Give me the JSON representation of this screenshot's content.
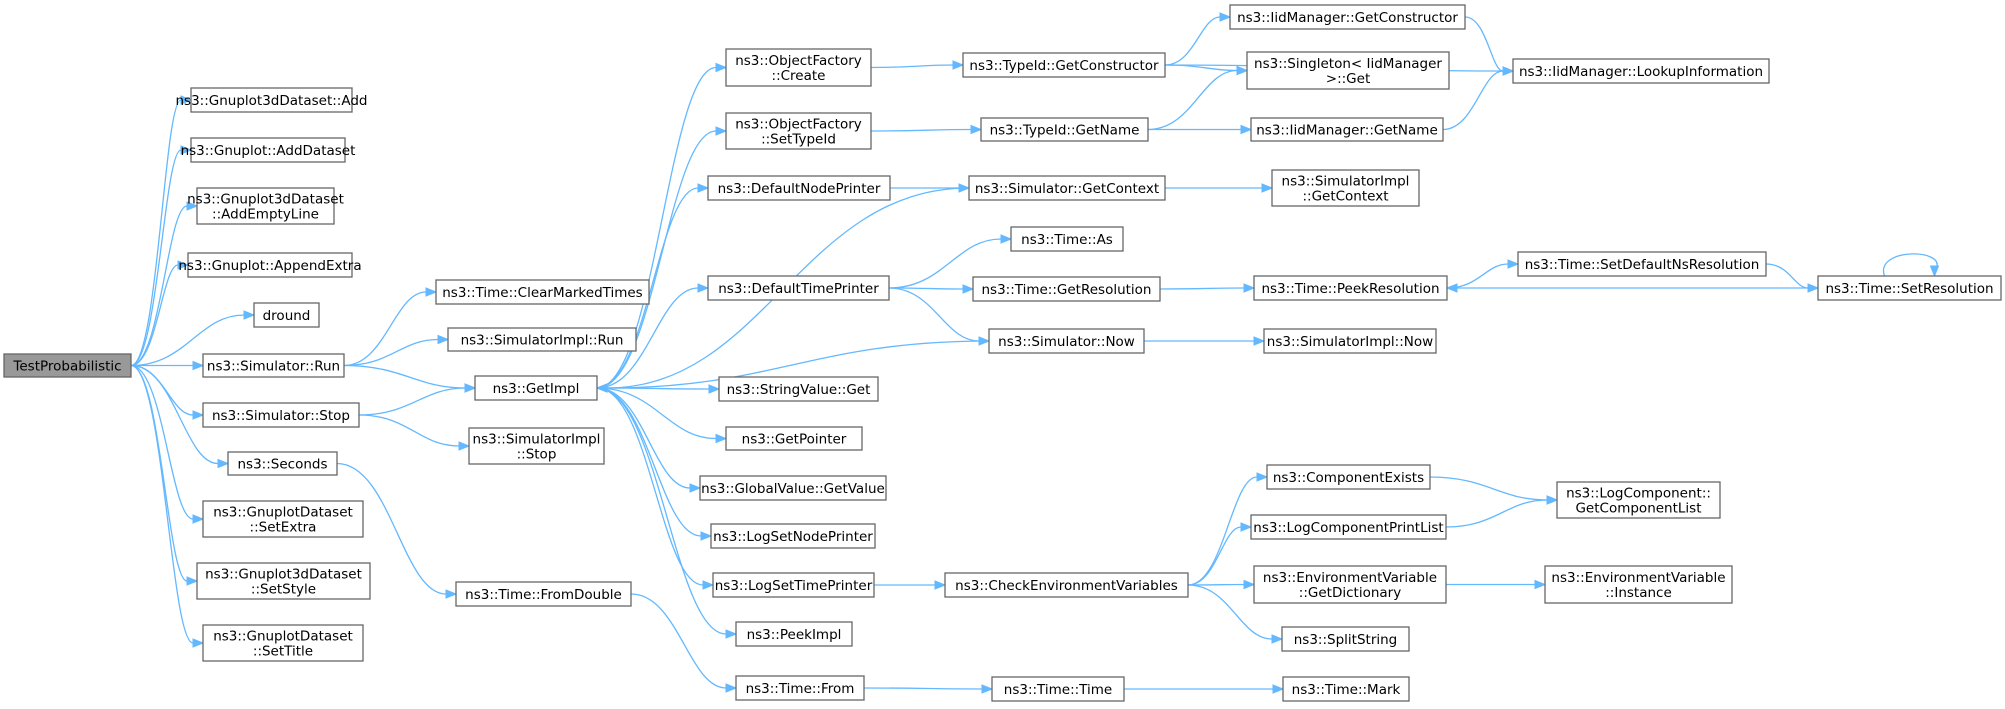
{
  "diagram": {
    "colors": {
      "edge": "#63b8ff",
      "node_border": "#666666",
      "root_fill": "#999999",
      "node_fill": "#ffffff"
    },
    "nodes": [
      {
        "id": "tp",
        "lines": [
          "TestProbabilistic"
        ],
        "root": true
      },
      {
        "id": "g3add",
        "lines": [
          "ns3::Gnuplot3dDataset::Add"
        ]
      },
      {
        "id": "gadd",
        "lines": [
          "ns3::Gnuplot::AddDataset"
        ]
      },
      {
        "id": "g3empty",
        "lines": [
          "ns3::Gnuplot3dDataset",
          "::AddEmptyLine"
        ]
      },
      {
        "id": "gappend",
        "lines": [
          "ns3::Gnuplot::AppendExtra"
        ]
      },
      {
        "id": "dround",
        "lines": [
          "dround"
        ]
      },
      {
        "id": "simrun",
        "lines": [
          "ns3::Simulator::Run"
        ]
      },
      {
        "id": "simstop",
        "lines": [
          "ns3::Simulator::Stop"
        ]
      },
      {
        "id": "seconds",
        "lines": [
          "ns3::Seconds"
        ]
      },
      {
        "id": "gdsetextra",
        "lines": [
          "ns3::GnuplotDataset",
          "::SetExtra"
        ]
      },
      {
        "id": "g3setstyle",
        "lines": [
          "ns3::Gnuplot3dDataset",
          "::SetStyle"
        ]
      },
      {
        "id": "gdsettitle",
        "lines": [
          "ns3::GnuplotDataset",
          "::SetTitle"
        ]
      },
      {
        "id": "clearmarked",
        "lines": [
          "ns3::Time::ClearMarkedTimes"
        ]
      },
      {
        "id": "implrun",
        "lines": [
          "ns3::SimulatorImpl::Run"
        ]
      },
      {
        "id": "getimpl",
        "lines": [
          "ns3::GetImpl"
        ]
      },
      {
        "id": "implstop",
        "lines": [
          "ns3::SimulatorImpl",
          "::Stop"
        ]
      },
      {
        "id": "fromdouble",
        "lines": [
          "ns3::Time::FromDouble"
        ]
      },
      {
        "id": "ofcreate",
        "lines": [
          "ns3::ObjectFactory",
          "::Create"
        ]
      },
      {
        "id": "ofsettype",
        "lines": [
          "ns3::ObjectFactory",
          "::SetTypeId"
        ]
      },
      {
        "id": "defnode",
        "lines": [
          "ns3::DefaultNodePrinter"
        ]
      },
      {
        "id": "deftime",
        "lines": [
          "ns3::DefaultTimePrinter"
        ]
      },
      {
        "id": "strget",
        "lines": [
          "ns3::StringValue::Get"
        ]
      },
      {
        "id": "getptr",
        "lines": [
          "ns3::GetPointer"
        ]
      },
      {
        "id": "gvget",
        "lines": [
          "ns3::GlobalValue::GetValue"
        ]
      },
      {
        "id": "logsetnode",
        "lines": [
          "ns3::LogSetNodePrinter"
        ]
      },
      {
        "id": "logsettime",
        "lines": [
          "ns3::LogSetTimePrinter"
        ]
      },
      {
        "id": "peekimpl",
        "lines": [
          "ns3::PeekImpl"
        ]
      },
      {
        "id": "timefrom",
        "lines": [
          "ns3::Time::From"
        ]
      },
      {
        "id": "tidgetctor",
        "lines": [
          "ns3::TypeId::GetConstructor"
        ]
      },
      {
        "id": "tidgetname",
        "lines": [
          "ns3::TypeId::GetName"
        ]
      },
      {
        "id": "simgetctx",
        "lines": [
          "ns3::Simulator::GetContext"
        ]
      },
      {
        "id": "timeas",
        "lines": [
          "ns3::Time::As"
        ]
      },
      {
        "id": "timegetres",
        "lines": [
          "ns3::Time::GetResolution"
        ]
      },
      {
        "id": "simnow",
        "lines": [
          "ns3::Simulator::Now"
        ]
      },
      {
        "id": "checkenv",
        "lines": [
          "ns3::CheckEnvironmentVariables"
        ]
      },
      {
        "id": "timetime",
        "lines": [
          "ns3::Time::Time"
        ]
      },
      {
        "id": "iidgetctor",
        "lines": [
          "ns3::IidManager::GetConstructor"
        ]
      },
      {
        "id": "singleton",
        "lines": [
          "ns3::Singleton< IidManager",
          ">::Get"
        ]
      },
      {
        "id": "iidgetname",
        "lines": [
          "ns3::IidManager::GetName"
        ]
      },
      {
        "id": "implgetctx",
        "lines": [
          "ns3::SimulatorImpl",
          "::GetContext"
        ]
      },
      {
        "id": "peekres",
        "lines": [
          "ns3::Time::PeekResolution"
        ]
      },
      {
        "id": "implnow",
        "lines": [
          "ns3::SimulatorImpl::Now"
        ]
      },
      {
        "id": "compexists",
        "lines": [
          "ns3::ComponentExists"
        ]
      },
      {
        "id": "logcompprint",
        "lines": [
          "ns3::LogComponentPrintList"
        ]
      },
      {
        "id": "envgetdict",
        "lines": [
          "ns3::EnvironmentVariable",
          "::GetDictionary"
        ]
      },
      {
        "id": "splitstr",
        "lines": [
          "ns3::SplitString"
        ]
      },
      {
        "id": "timemark",
        "lines": [
          "ns3::Time::Mark"
        ]
      },
      {
        "id": "iidlookup",
        "lines": [
          "ns3::IidManager::LookupInformation"
        ]
      },
      {
        "id": "setdefns",
        "lines": [
          "ns3::Time::SetDefaultNsResolution"
        ]
      },
      {
        "id": "logcompget",
        "lines": [
          "ns3::LogComponent::",
          "GetComponentList"
        ]
      },
      {
        "id": "envinst",
        "lines": [
          "ns3::EnvironmentVariable",
          "::Instance"
        ]
      },
      {
        "id": "setres",
        "lines": [
          "ns3::Time::SetResolution"
        ]
      }
    ],
    "edges": [
      [
        "tp",
        "g3add"
      ],
      [
        "tp",
        "gadd"
      ],
      [
        "tp",
        "g3empty"
      ],
      [
        "tp",
        "gappend"
      ],
      [
        "tp",
        "dround"
      ],
      [
        "tp",
        "simrun"
      ],
      [
        "tp",
        "simstop"
      ],
      [
        "tp",
        "seconds"
      ],
      [
        "tp",
        "gdsetextra"
      ],
      [
        "tp",
        "g3setstyle"
      ],
      [
        "tp",
        "gdsettitle"
      ],
      [
        "simrun",
        "clearmarked"
      ],
      [
        "simrun",
        "implrun"
      ],
      [
        "simrun",
        "getimpl"
      ],
      [
        "simstop",
        "getimpl"
      ],
      [
        "simstop",
        "implstop"
      ],
      [
        "seconds",
        "fromdouble"
      ],
      [
        "fromdouble",
        "timefrom"
      ],
      [
        "getimpl",
        "ofcreate"
      ],
      [
        "getimpl",
        "ofsettype"
      ],
      [
        "getimpl",
        "defnode"
      ],
      [
        "getimpl",
        "deftime"
      ],
      [
        "getimpl",
        "strget"
      ],
      [
        "getimpl",
        "getptr"
      ],
      [
        "getimpl",
        "gvget"
      ],
      [
        "getimpl",
        "logsetnode"
      ],
      [
        "getimpl",
        "logsettime"
      ],
      [
        "getimpl",
        "peekimpl"
      ],
      [
        "ofcreate",
        "tidgetctor"
      ],
      [
        "ofsettype",
        "tidgetname"
      ],
      [
        "defnode",
        "simgetctx"
      ],
      [
        "simgetctx",
        "getimpl"
      ],
      [
        "simgetctx",
        "implgetctx"
      ],
      [
        "deftime",
        "timeas"
      ],
      [
        "deftime",
        "timegetres"
      ],
      [
        "deftime",
        "simnow"
      ],
      [
        "simnow",
        "getimpl"
      ],
      [
        "simnow",
        "implnow"
      ],
      [
        "logsettime",
        "checkenv"
      ],
      [
        "checkenv",
        "compexists"
      ],
      [
        "checkenv",
        "logcompprint"
      ],
      [
        "checkenv",
        "envgetdict"
      ],
      [
        "checkenv",
        "splitstr"
      ],
      [
        "timefrom",
        "timetime"
      ],
      [
        "timetime",
        "timemark"
      ],
      [
        "tidgetctor",
        "iidgetctor"
      ],
      [
        "tidgetctor",
        "singleton"
      ],
      [
        "tidgetctor",
        "iidlookup"
      ],
      [
        "tidgetname",
        "singleton"
      ],
      [
        "tidgetname",
        "iidgetname"
      ],
      [
        "iidgetctor",
        "iidlookup"
      ],
      [
        "iidgetname",
        "iidlookup"
      ],
      [
        "timegetres",
        "peekres"
      ],
      [
        "peekres",
        "setdefns"
      ],
      [
        "setdefns",
        "setres"
      ],
      [
        "setres",
        "peekres"
      ],
      [
        "setres",
        "setres"
      ],
      [
        "compexists",
        "logcompget"
      ],
      [
        "logcompprint",
        "logcompget"
      ],
      [
        "envgetdict",
        "envinst"
      ]
    ]
  }
}
